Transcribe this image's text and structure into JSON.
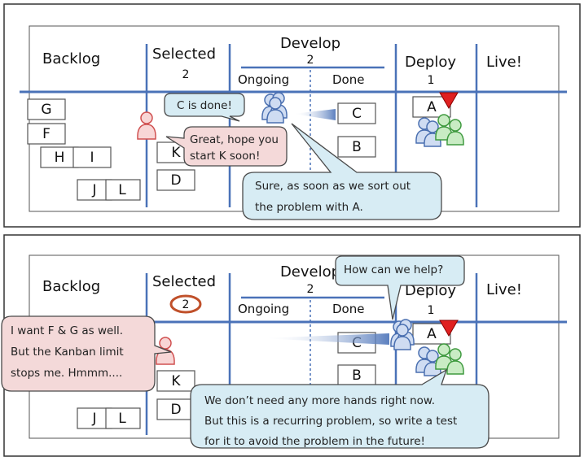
{
  "panel1": {
    "columns": {
      "backlog": "Backlog",
      "selected": "Selected",
      "selected_limit": "2",
      "develop": "Develop",
      "develop_limit": "2",
      "ongoing": "Ongoing",
      "done": "Done",
      "deploy": "Deploy",
      "deploy_limit": "1",
      "live": "Live!"
    },
    "cards": {
      "g": "G",
      "f": "F",
      "h": "H",
      "i": "I",
      "j": "J",
      "l": "L",
      "k": "K",
      "d": "D",
      "c": "C",
      "b": "B",
      "a": "A"
    },
    "bubbles": {
      "dev_says": "C is done!",
      "po_line1": "Great, hope you",
      "po_line2": "start K soon!",
      "dev_reply_line1": "Sure, as soon as we sort out",
      "dev_reply_line2": "the problem with A."
    }
  },
  "panel2": {
    "columns": {
      "backlog": "Backlog",
      "selected": "Selected",
      "selected_limit": "2",
      "develop": "Develop",
      "develop_limit": "2",
      "ongoing": "Ongoing",
      "done": "Done",
      "deploy": "Deploy",
      "deploy_limit": "1",
      "live": "Live!"
    },
    "cards": {
      "k": "K",
      "d": "D",
      "j": "J",
      "l": "L",
      "c": "C",
      "b": "B",
      "a": "A"
    },
    "bubbles": {
      "dev_help": "How can we help?",
      "po_line1": "I want F & G as well.",
      "po_line2": "But the Kanban limit",
      "po_line3": "stops me. Hmmm....",
      "ops_line1": "We don’t need any more hands right now.",
      "ops_line2": "But this is a recurring problem, so write a test",
      "ops_line3": "for it to avoid the problem in the future!"
    }
  },
  "colors": {
    "lane_blue": "#4a72b8",
    "bubble_blue": "#d7ecf4",
    "bubble_pink": "#f4d9d9",
    "person_blue": "#9fb4dc",
    "person_green": "#7fc77f",
    "person_red": "#f2a6a6",
    "flag_red": "#e02020",
    "limit_circle": "#c0502a"
  },
  "icons": [
    "product-owner-icon",
    "developer-team-icon",
    "ops-team-icon",
    "blocker-flag-icon",
    "limit-circle-icon"
  ]
}
